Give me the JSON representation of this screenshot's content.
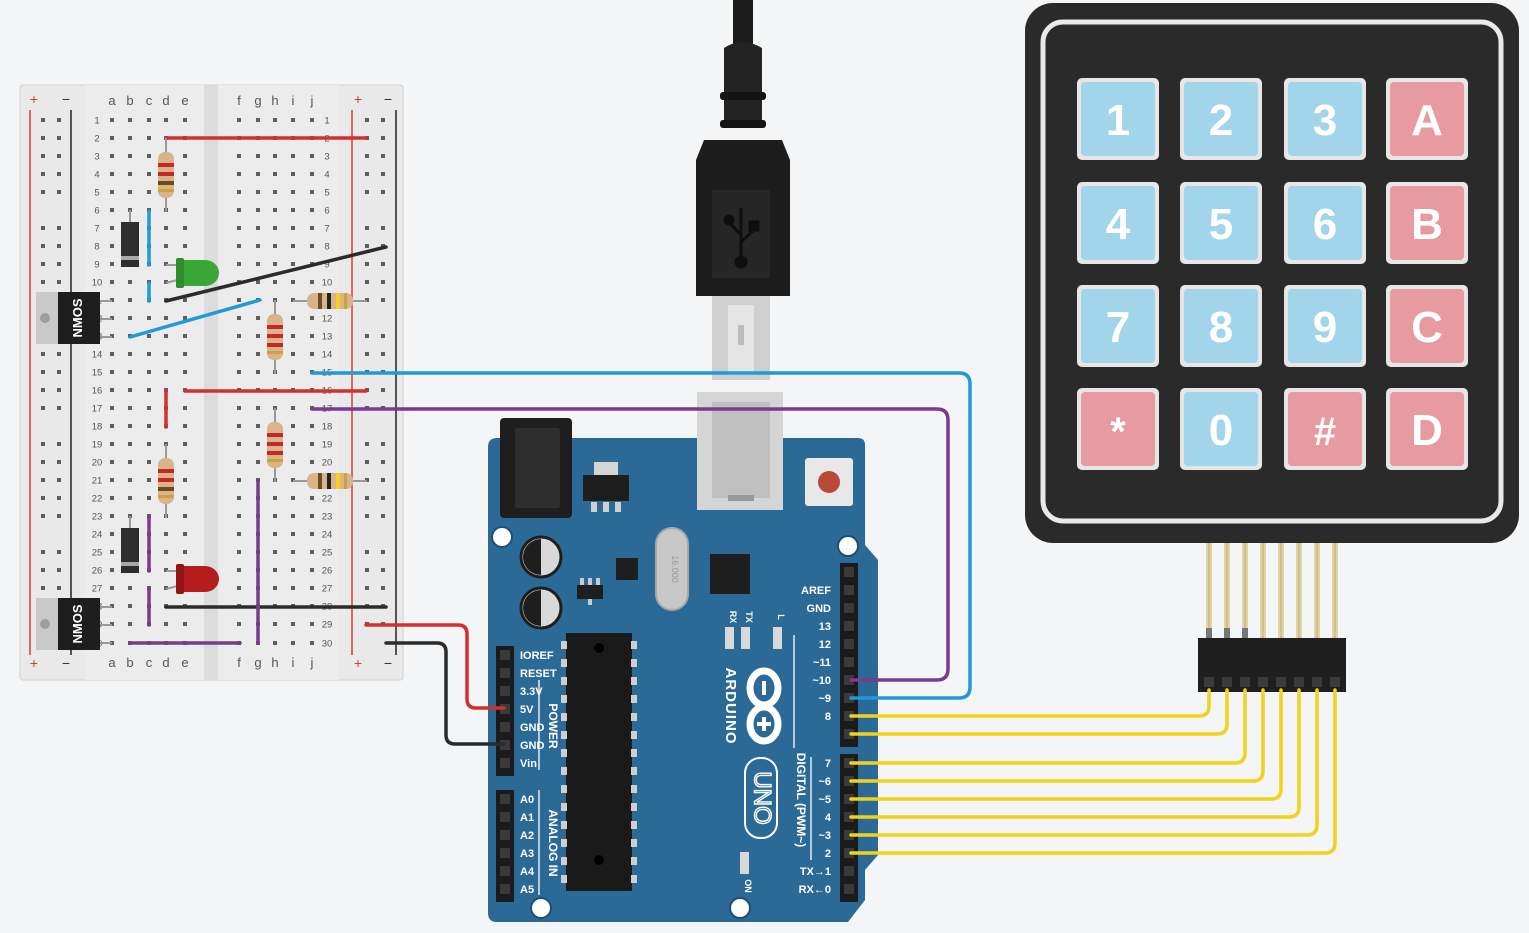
{
  "breadboard": {
    "rail_plus": "+",
    "rail_minus": "−",
    "cols_left": [
      "a",
      "b",
      "c",
      "d",
      "e"
    ],
    "cols_right": [
      "f",
      "g",
      "h",
      "i",
      "j"
    ],
    "rows": [
      "1",
      "2",
      "3",
      "4",
      "5",
      "6",
      "7",
      "8",
      "9",
      "10",
      "11",
      "12",
      "13",
      "14",
      "15",
      "16",
      "17",
      "18",
      "19",
      "20",
      "21",
      "22",
      "23",
      "24",
      "25",
      "26",
      "27",
      "28",
      "29",
      "30"
    ],
    "mosfet_label": "NMOS"
  },
  "arduino": {
    "brand": "ARDUINO",
    "model": "UNO",
    "on_label": "ON",
    "led_labels": [
      "RX",
      "TX",
      "L"
    ],
    "crystal_label": "16.000",
    "power_header_title": "POWER",
    "power_pins": [
      "IOREF",
      "RESET",
      "3.3V",
      "5V",
      "GND",
      "GND",
      "Vin"
    ],
    "analog_header_title": "ANALOG IN",
    "analog_pins": [
      "A0",
      "A1",
      "A2",
      "A3",
      "A4",
      "A5"
    ],
    "digital_header_title": "DIGITAL (PWM~)",
    "digital_top_pins": [
      "AREF",
      "GND",
      "13",
      "12",
      "~11",
      "~10",
      "~9",
      "8"
    ],
    "digital_bottom_pins": [
      "7",
      "~6",
      "~5",
      "4",
      "~3",
      "2",
      "TX→1",
      "RX←0"
    ]
  },
  "keypad": {
    "keys": [
      "1",
      "2",
      "3",
      "A",
      "4",
      "5",
      "6",
      "B",
      "7",
      "8",
      "9",
      "C",
      "*",
      "0",
      "#",
      "D"
    ],
    "digit_color": "#a2d4ea",
    "letter_color": "#e79aa0"
  },
  "wire_colors": {
    "red": "#d32f2f",
    "black": "#2b2b2b",
    "blue": "#1f9ad6",
    "purple": "#7a3b8f",
    "yellow": "#f2d21b"
  }
}
